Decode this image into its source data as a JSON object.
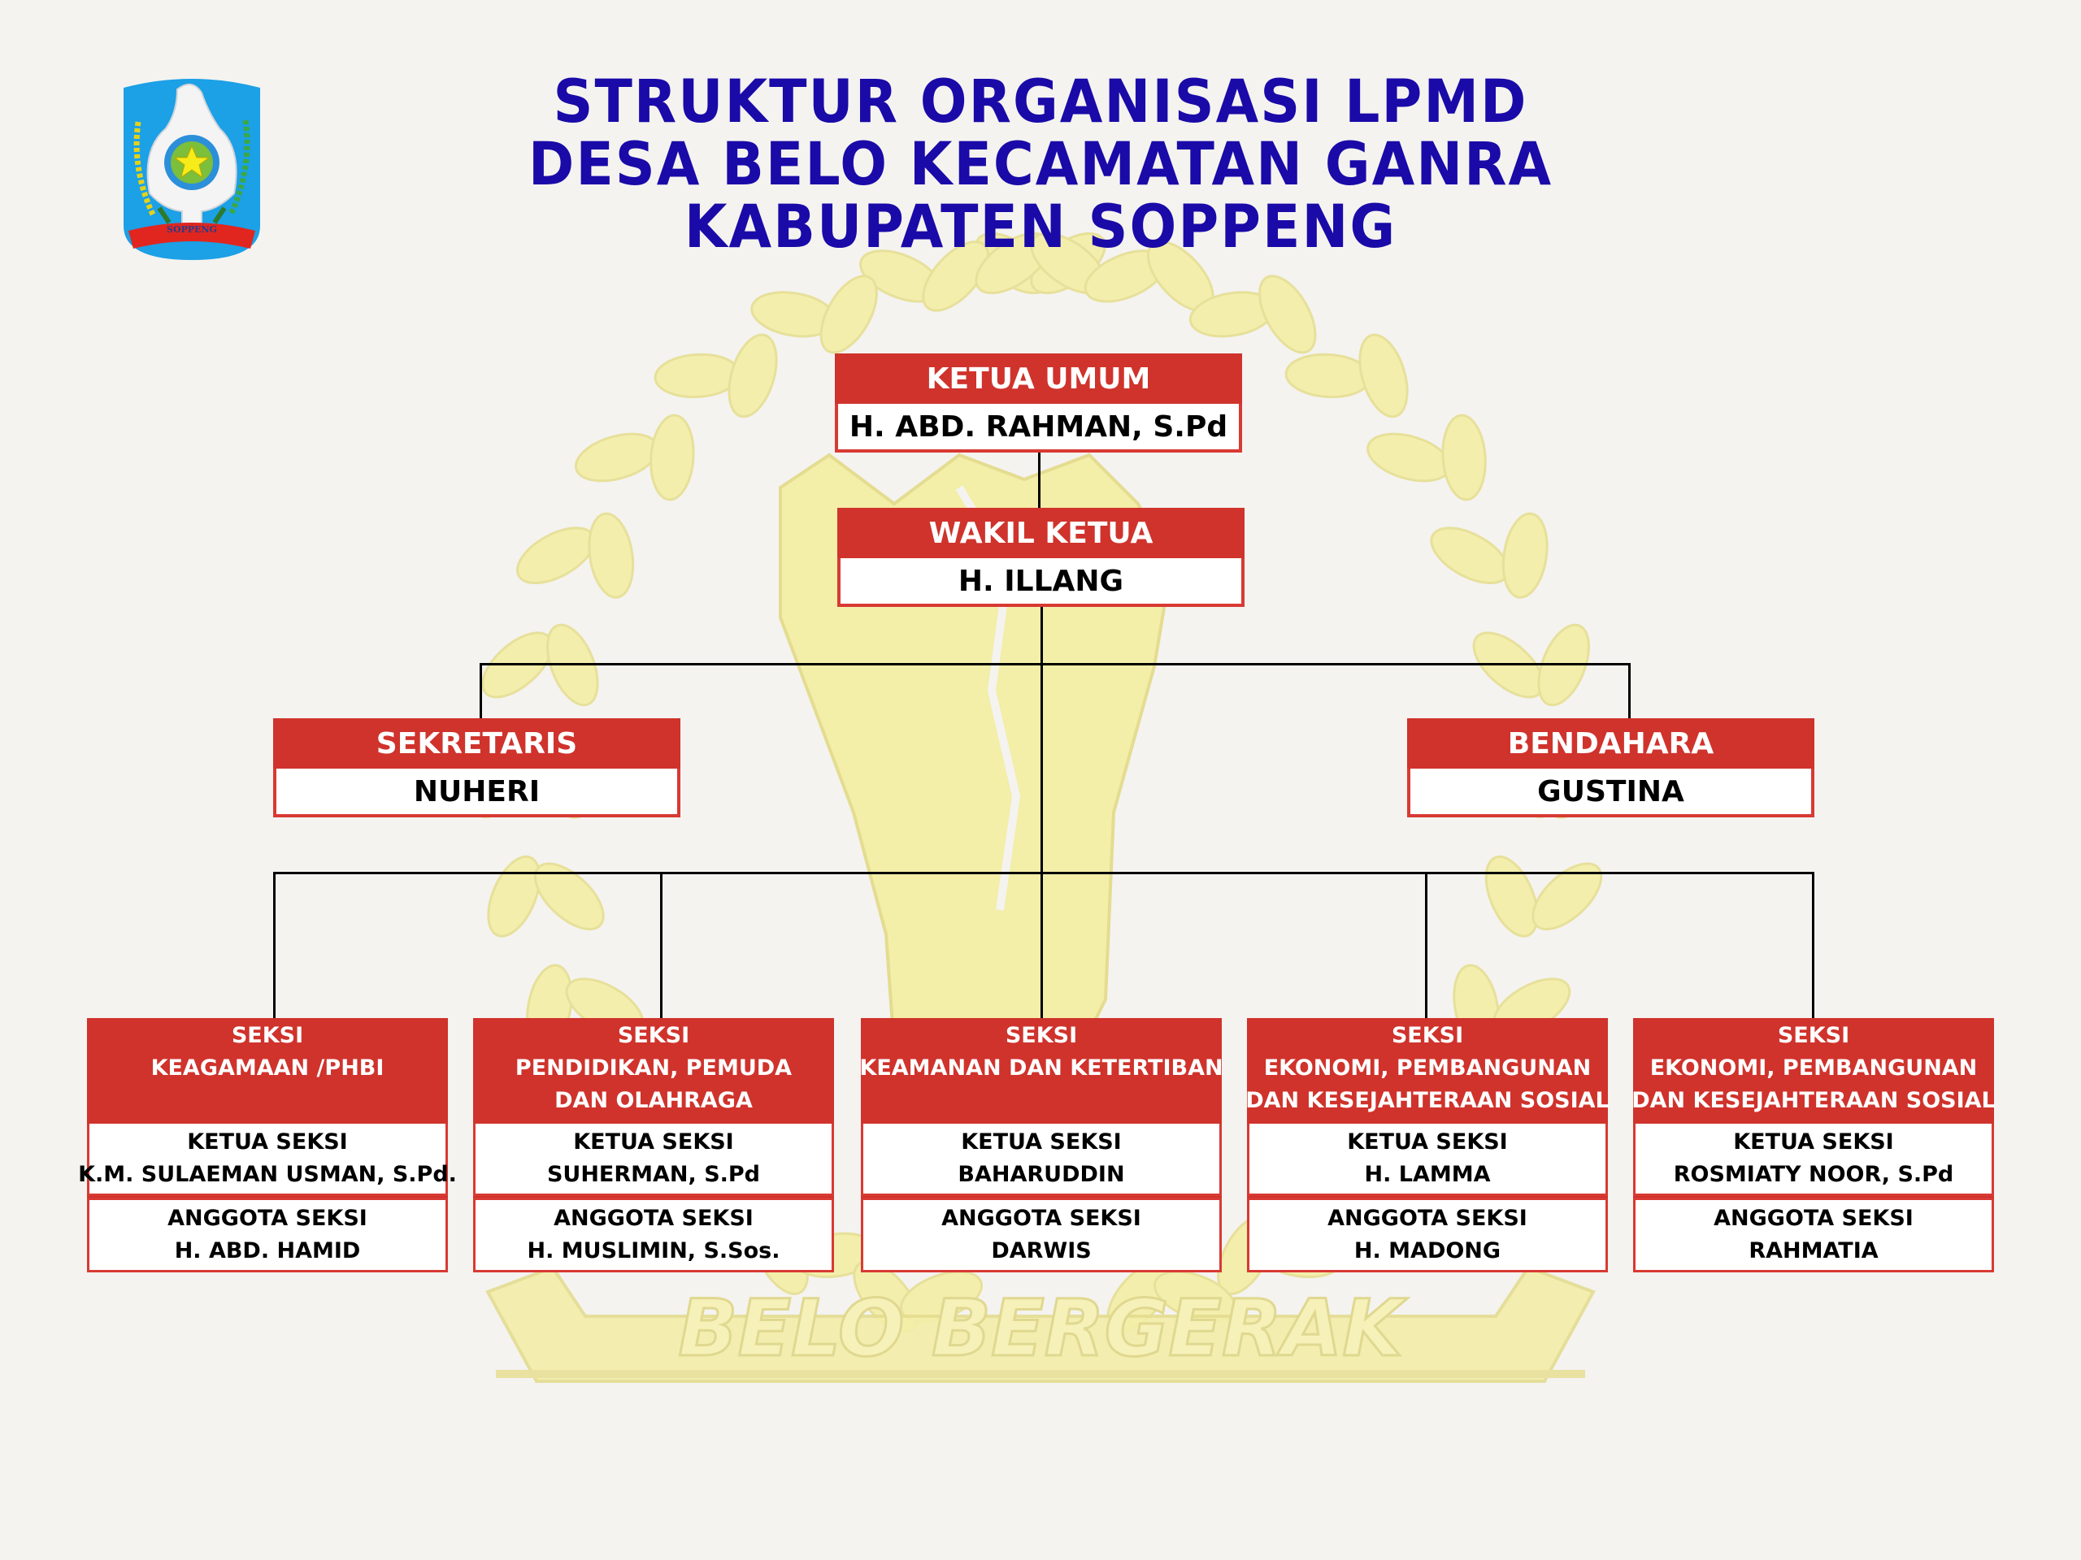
{
  "title": {
    "line1": "STRUKTUR ORGANISASI LPMD",
    "line2": "DESA BELO KECAMATAN GANRA",
    "line3": "KABUPATEN SOPPENG"
  },
  "logo": {
    "icon": "soppeng-regency-emblem-icon",
    "label": "SOPPENG"
  },
  "watermark": {
    "text": "BELO BERGERAK",
    "icon": "raised-fist-wreath-icon"
  },
  "colors": {
    "title": "#1a0aa8",
    "header_red": "#cf332c",
    "border_red": "#d83a33",
    "background": "#f4f3f0",
    "watermark_yellow": "#f3eea8",
    "connector": "#000000"
  },
  "leadership": {
    "ketua_umum": {
      "role": "KETUA UMUM",
      "name": "H. ABD. RAHMAN, S.Pd"
    },
    "wakil_ketua": {
      "role": "WAKIL KETUA",
      "name": "H. ILLANG"
    },
    "sekretaris": {
      "role": "SEKRETARIS",
      "name": "NUHERI"
    },
    "bendahara": {
      "role": "BENDAHARA",
      "name": "GUSTINA"
    }
  },
  "seksi": [
    {
      "header": [
        "SEKSI",
        "KEAGAMAAN /PHBI",
        ""
      ],
      "ketua_label": "KETUA SEKSI",
      "ketua": "K.M. SULAEMAN USMAN, S.Pd.",
      "anggota_label": "ANGGOTA SEKSI",
      "anggota": "H. ABD. HAMID"
    },
    {
      "header": [
        "SEKSI",
        "PENDIDIKAN, PEMUDA",
        "DAN OLAHRAGA"
      ],
      "ketua_label": "KETUA SEKSI",
      "ketua": "SUHERMAN, S.Pd",
      "anggota_label": "ANGGOTA SEKSI",
      "anggota": "H. MUSLIMIN, S.Sos."
    },
    {
      "header": [
        "SEKSI",
        "KEAMANAN DAN KETERTIBAN",
        ""
      ],
      "ketua_label": "KETUA SEKSI",
      "ketua": "BAHARUDDIN",
      "anggota_label": "ANGGOTA SEKSI",
      "anggota": "DARWIS"
    },
    {
      "header": [
        "SEKSI",
        "EKONOMI, PEMBANGUNAN",
        "DAN KESEJAHTERAAN SOSIAL"
      ],
      "ketua_label": "KETUA SEKSI",
      "ketua": "H. LAMMA",
      "anggota_label": "ANGGOTA SEKSI",
      "anggota": "H. MADONG"
    },
    {
      "header": [
        "SEKSI",
        "EKONOMI, PEMBANGUNAN",
        "DAN KESEJAHTERAAN SOSIAL"
      ],
      "ketua_label": "KETUA SEKSI",
      "ketua": "ROSMIATY NOOR, S.Pd",
      "anggota_label": "ANGGOTA SEKSI",
      "anggota": "RAHMATIA"
    }
  ]
}
